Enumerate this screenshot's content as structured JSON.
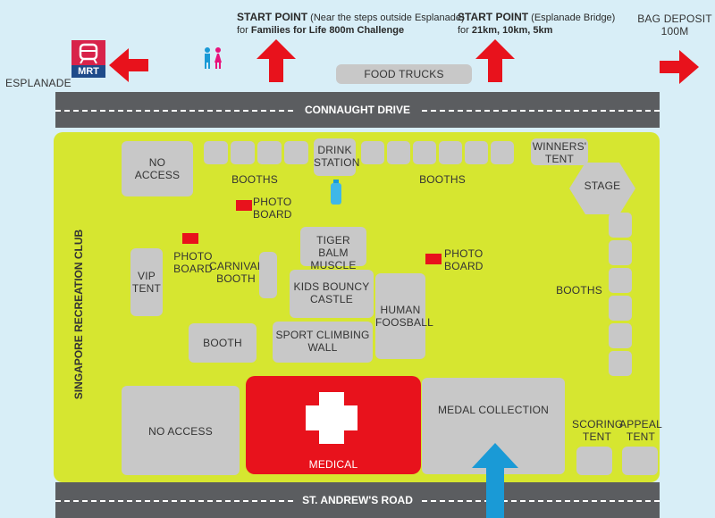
{
  "header": {
    "start_point_1_title": "START POINT",
    "start_point_1_note": "(Near the steps outside Esplanade)",
    "start_point_1_sub_prefix": "for",
    "start_point_1_sub": "Families for Life 800m Challenge",
    "start_point_2_title": "START POINT",
    "start_point_2_note": "(Esplanade Bridge)",
    "start_point_2_sub_prefix": "for",
    "start_point_2_sub": "21km, 10km, 5km",
    "bag_deposit": "BAG DEPOSIT\n100M",
    "esplanade": "ESPLANADE",
    "mrt": "MRT",
    "food_trucks": "FOOD TRUCKS"
  },
  "roads": {
    "top": "CONNAUGHT DRIVE",
    "bottom": "ST. ANDREW'S ROAD"
  },
  "side_label": "SINGAPORE RECREATION CLUB",
  "areas": {
    "no_access_top": "NO\nACCESS",
    "booths_top_left": "BOOTHS",
    "drink_station": "DRINK\nSTATION",
    "booths_top_right": "BOOTHS",
    "winners_tent": "WINNERS'\nTENT",
    "stage": "STAGE",
    "photo_board_1": "PHOTO\nBOARD",
    "photo_board_2": "PHOTO\nBOARD",
    "photo_board_3": "PHOTO\nBOARD",
    "tiger_balm": "TIGER BALM\nMUSCLE RUB",
    "vip_tent": "VIP\nTENT",
    "carnival_booth": "CARNIVAL\nBOOTH",
    "kids_castle": "KIDS BOUNCY\nCASTLE",
    "human_foosball": "HUMAN\nFOOSBALL",
    "booths_right": "BOOTHS",
    "booth": "BOOTH",
    "sport_climbing": "SPORT CLIMBING\nWALL",
    "no_access_bottom": "NO ACCESS",
    "medical": "MEDICAL",
    "medal_collection": "MEDAL COLLECTION",
    "scoring_tent": "SCORING\nTENT",
    "appeal_tent": "APPEAL\nTENT"
  },
  "colors": {
    "field": "#d6e630",
    "road": "#5b5d60",
    "arrow_red": "#e8121c",
    "arrow_blue": "#1a9ad6",
    "block": "#c8c8c8",
    "background": "#d8eef7"
  }
}
